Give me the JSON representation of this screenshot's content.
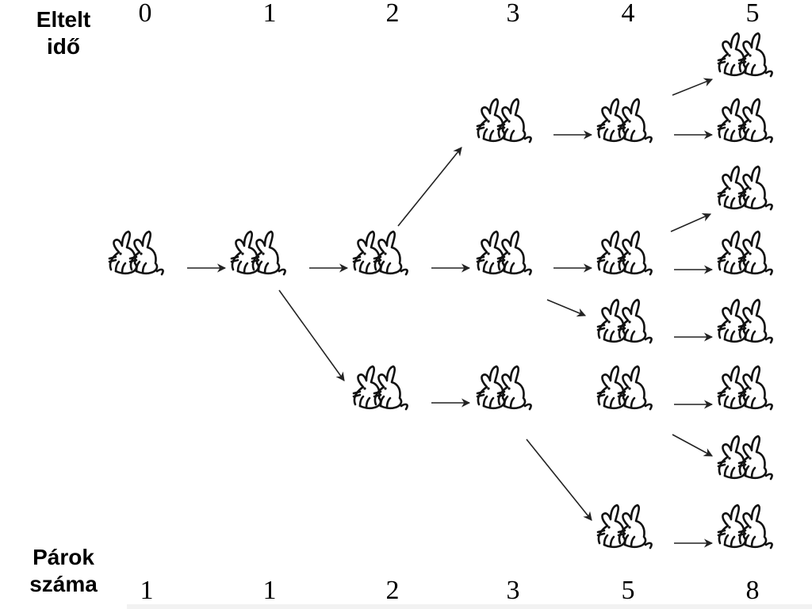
{
  "labels": {
    "time_line1": "Eltelt",
    "time_line2": "idő",
    "pairs_line1": "Párok",
    "pairs_line2": "száma"
  },
  "time_steps": [
    "0",
    "1",
    "2",
    "3",
    "4",
    "5"
  ],
  "pair_counts": [
    "1",
    "1",
    "2",
    "3",
    "5",
    "8"
  ],
  "icon": "rabbit-pair-icon"
}
